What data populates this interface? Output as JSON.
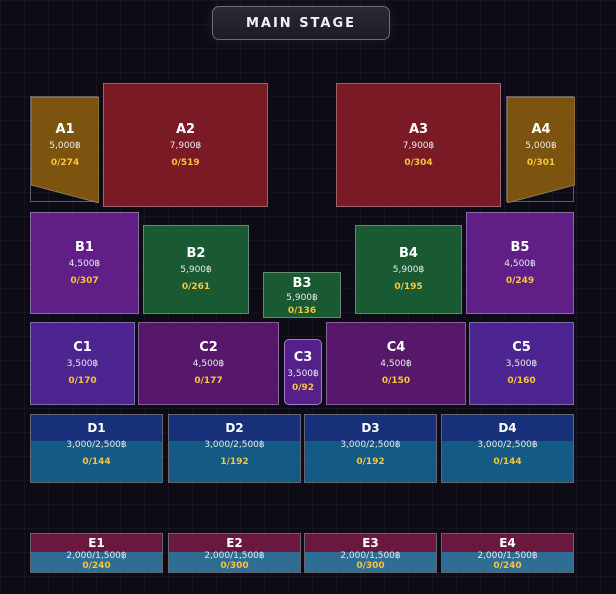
{
  "stage": {
    "label": "MAIN STAGE"
  },
  "sections": {
    "A1": {
      "name": "A1",
      "price": "5,000฿",
      "avail": "0/274"
    },
    "A2": {
      "name": "A2",
      "price": "7,900฿",
      "avail": "0/519"
    },
    "A3": {
      "name": "A3",
      "price": "7,900฿",
      "avail": "0/304"
    },
    "A4": {
      "name": "A4",
      "price": "5,000฿",
      "avail": "0/301"
    },
    "B1": {
      "name": "B1",
      "price": "4,500฿",
      "avail": "0/307"
    },
    "B2": {
      "name": "B2",
      "price": "5,900฿",
      "avail": "0/261"
    },
    "B3": {
      "name": "B3",
      "price": "5,900฿",
      "avail": "0/136"
    },
    "B4": {
      "name": "B4",
      "price": "5,900฿",
      "avail": "0/195"
    },
    "B5": {
      "name": "B5",
      "price": "4,500฿",
      "avail": "0/249"
    },
    "C1": {
      "name": "C1",
      "price": "3,500฿",
      "avail": "0/170"
    },
    "C2": {
      "name": "C2",
      "price": "4,500฿",
      "avail": "0/177"
    },
    "C3": {
      "name": "C3",
      "price": "3,500฿",
      "avail": "0/92"
    },
    "C4": {
      "name": "C4",
      "price": "4,500฿",
      "avail": "0/150"
    },
    "C5": {
      "name": "C5",
      "price": "3,500฿",
      "avail": "0/160"
    },
    "D1": {
      "name": "D1",
      "price": "3,000/2,500฿",
      "avail": "0/144"
    },
    "D2": {
      "name": "D2",
      "price": "3,000/2,500฿",
      "avail": "1/192"
    },
    "D3": {
      "name": "D3",
      "price": "3,000/2,500฿",
      "avail": "0/192"
    },
    "D4": {
      "name": "D4",
      "price": "3,000/2,500฿",
      "avail": "0/144"
    },
    "E1": {
      "name": "E1",
      "price": "2,000/1,500฿",
      "avail": "0/240"
    },
    "E2": {
      "name": "E2",
      "price": "2,000/1,500฿",
      "avail": "0/300"
    },
    "E3": {
      "name": "E3",
      "price": "2,000/1,500฿",
      "avail": "0/300"
    },
    "E4": {
      "name": "E4",
      "price": "2,000/1,500฿",
      "avail": "0/240"
    }
  },
  "colors": {
    "red": "#7a1a24",
    "gold": "#7c5410",
    "purple": "#5f1f86",
    "green": "#1a5a33",
    "availability": "#f7c53c"
  }
}
